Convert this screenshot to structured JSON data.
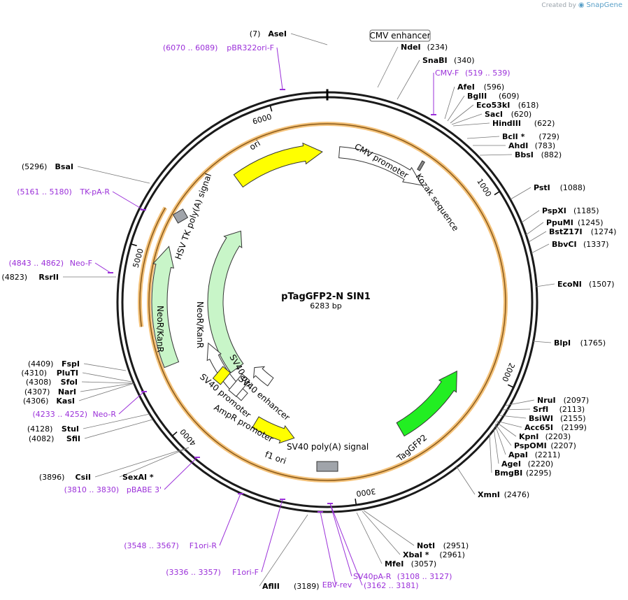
{
  "watermark": {
    "created_by": "Created by",
    "brand": "SnapGene"
  },
  "plasmid": {
    "name": "pTagGFP2-N SIN1",
    "length_label": "6283 bp",
    "length": 6283
  },
  "ticks": [
    "1000",
    "2000",
    "3000",
    "4000",
    "5000",
    "6000"
  ],
  "features": [
    {
      "label": "CMV enhancer",
      "boxed": true
    },
    {
      "label": "CMV promoter"
    },
    {
      "label": "Kozak sequence"
    },
    {
      "label": "ori"
    },
    {
      "label": "HSV TK poly(A) signal"
    },
    {
      "label": "NeoR/KanR"
    },
    {
      "label": "NeoR/KanR"
    },
    {
      "label": "SV40 ori"
    },
    {
      "label": "SV40 enhancer"
    },
    {
      "label": "SV40 promoter"
    },
    {
      "label": "AmpR promoter"
    },
    {
      "label": "f1 ori"
    },
    {
      "label": "SV40 poly(A) signal"
    },
    {
      "label": "TagGFP2"
    }
  ],
  "sites": [
    {
      "name": "AseI",
      "pos": "(7)"
    },
    {
      "name": "NdeI",
      "pos": "(234)"
    },
    {
      "name": "SnaBI",
      "pos": "(340)"
    },
    {
      "name": "AfeI",
      "pos": "(596)"
    },
    {
      "name": "BglII",
      "pos": "(609)"
    },
    {
      "name": "Eco53kI",
      "pos": "(618)"
    },
    {
      "name": "SacI",
      "pos": "(620)"
    },
    {
      "name": "HindIII",
      "pos": "(622)"
    },
    {
      "name": "BclI *",
      "pos": "(729)"
    },
    {
      "name": "AhdI",
      "pos": "(783)"
    },
    {
      "name": "BbsI",
      "pos": "(882)"
    },
    {
      "name": "PstI",
      "pos": "(1088)"
    },
    {
      "name": "PspXI",
      "pos": "(1185)"
    },
    {
      "name": "PpuMI",
      "pos": "(1245)"
    },
    {
      "name": "BstZ17I",
      "pos": "(1274)"
    },
    {
      "name": "BbvCI",
      "pos": "(1337)"
    },
    {
      "name": "EcoNI",
      "pos": "(1507)"
    },
    {
      "name": "BlpI",
      "pos": "(1765)"
    },
    {
      "name": "NruI",
      "pos": "(2097)"
    },
    {
      "name": "SrfI",
      "pos": "(2113)"
    },
    {
      "name": "BsiWI",
      "pos": "(2155)"
    },
    {
      "name": "Acc65I",
      "pos": "(2199)"
    },
    {
      "name": "KpnI",
      "pos": "(2203)"
    },
    {
      "name": "PspOMI",
      "pos": "(2207)"
    },
    {
      "name": "ApaI",
      "pos": "(2211)"
    },
    {
      "name": "AgeI",
      "pos": "(2220)"
    },
    {
      "name": "BmgBI",
      "pos": "(2295)"
    },
    {
      "name": "XmnI",
      "pos": "(2476)"
    },
    {
      "name": "NotI",
      "pos": "(2951)"
    },
    {
      "name": "XbaI *",
      "pos": "(2961)"
    },
    {
      "name": "MfeI",
      "pos": "(3057)"
    },
    {
      "name": "AflII",
      "pos": "(3189)"
    },
    {
      "name": "CsiI",
      "pos": "(3896)"
    },
    {
      "name": "SexAI *",
      "pos": ""
    },
    {
      "name": "SfiI",
      "pos": "(4082)"
    },
    {
      "name": "StuI",
      "pos": "(4128)"
    },
    {
      "name": "KasI",
      "pos": "(4306)"
    },
    {
      "name": "NarI",
      "pos": "(4307)"
    },
    {
      "name": "SfoI",
      "pos": "(4308)"
    },
    {
      "name": "PluTI",
      "pos": "(4310)"
    },
    {
      "name": "FspI",
      "pos": "(4409)"
    },
    {
      "name": "RsrII",
      "pos": "(4823)"
    },
    {
      "name": "BsaI",
      "pos": "(5296)"
    }
  ],
  "primers": [
    {
      "name": "pBR322ori-F",
      "range": "(6070 .. 6089)"
    },
    {
      "name": "CMV-F",
      "range": "(519 .. 539)"
    },
    {
      "name": "TK-pA-R",
      "range": "(5161 .. 5180)"
    },
    {
      "name": "Neo-F",
      "range": "(4843 .. 4862)"
    },
    {
      "name": "Neo-R",
      "range": "(4233 .. 4252)"
    },
    {
      "name": "pBABE 3'",
      "range": "(3810 .. 3830)"
    },
    {
      "name": "F1ori-R",
      "range": "(3548 .. 3567)"
    },
    {
      "name": "F1ori-F",
      "range": "(3336 .. 3357)"
    },
    {
      "name": "EBV-rev",
      "range": ""
    },
    {
      "name": "SV40pA-R",
      "range": "(3108 .. 3127)"
    },
    {
      "name": "",
      "range": "(3162 .. 3181)"
    }
  ],
  "colors": {
    "backbone": "#1a1a1a",
    "ori": "#ffff00",
    "tagGFP2": "#22ee22",
    "neo": "#c8f5c8",
    "promoter": "#ffffff",
    "terminator": "#a0a4aa",
    "orf_outline": "#f4c27a",
    "orf_line": "#8a5a1a",
    "neo_inner": "#2a8a1a",
    "primer": "#9b30d9"
  }
}
